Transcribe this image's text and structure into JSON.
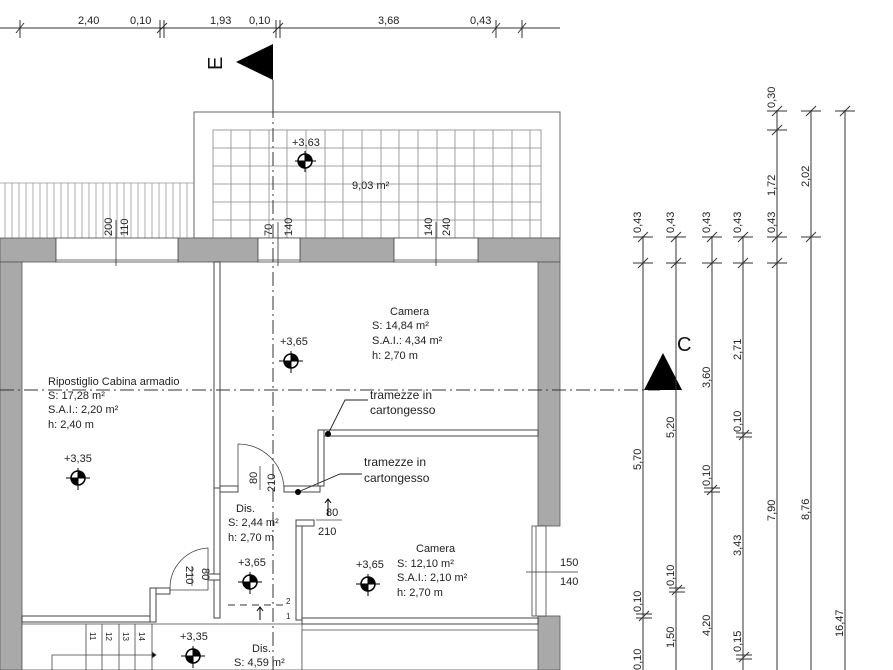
{
  "top_dimensions": [
    "2,40",
    "0,10",
    "1,93",
    "0,10",
    "3,68",
    "0,43"
  ],
  "section_marks": {
    "E": "E",
    "C": "C"
  },
  "terrace": {
    "level": "+3,63",
    "area": "9,03 m²"
  },
  "window_labels": {
    "w1a": "200",
    "w1b": "110",
    "w2a": "70",
    "w2b": "140",
    "w3a": "140",
    "w3b": "240",
    "w4a": "150",
    "w4b": "140"
  },
  "rooms": {
    "ripostiglio": {
      "name": "Ripostiglio Cabina armadio",
      "s": "S: 17,28 m²",
      "sai": "S.A.I.: 2,20 m²",
      "h": "h: 2,40 m",
      "level": "+3,35"
    },
    "camera1": {
      "name": "Camera",
      "s": "S: 14,84 m²",
      "sai": "S.A.I.: 4,34 m²",
      "h": "h: 2,70 m",
      "level": "+3,65"
    },
    "dis1": {
      "name": "Dis.",
      "s": "S: 2,44 m²",
      "h": "h: 2,70 m",
      "level": "+3,65"
    },
    "camera2": {
      "name": "Camera",
      "s": "S: 12,10 m²",
      "sai": "S.A.I.: 2,10 m²",
      "h": "h: 2,70 m",
      "level": "+3,65"
    },
    "dis2": {
      "name": "Dis.",
      "s": "S: 4,59 m²",
      "level": "+3,35"
    }
  },
  "annotations": {
    "tramezze1a": "tramezze in",
    "tramezze1b": "cartongesso",
    "tramezze2a": "tramezze in",
    "tramezze2b": "cartongesso"
  },
  "doors": {
    "d1a": "80",
    "d1b": "210",
    "d2a": "80",
    "d2b": "210",
    "d3a": "80",
    "d3b": "210"
  },
  "stairs": [
    "11",
    "12",
    "13",
    "14"
  ],
  "stair_marks": [
    "2",
    "1"
  ],
  "right_dimensions": {
    "col1": [
      "0,43",
      "5,70",
      "0,10",
      "0,10"
    ],
    "col2": [
      "0,43",
      "5,20",
      "0,10",
      "1,50"
    ],
    "col3": [
      "0,43",
      "3,60",
      "0,10",
      "4,20"
    ],
    "col4": [
      "0,43",
      "2,71",
      "0,10",
      "3,43",
      "0,15"
    ],
    "col5": [
      "0,30",
      "1,72",
      "0,43",
      "7,90"
    ],
    "col6": [
      "2,02",
      "8,76"
    ],
    "col7": [
      "16,47"
    ]
  }
}
